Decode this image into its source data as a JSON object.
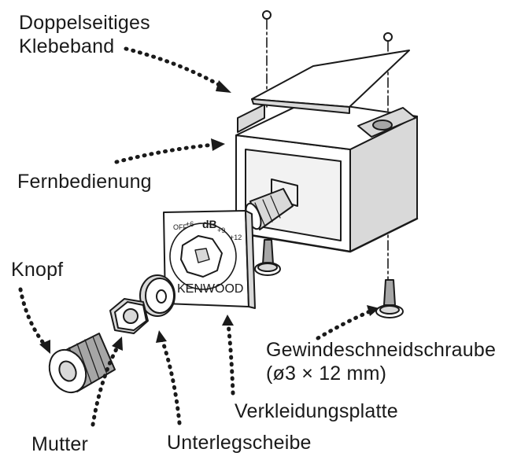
{
  "labels": {
    "adhesive_tape": [
      "Doppelseitiges",
      "Klebeband"
    ],
    "remote_control": "Fernbedienung",
    "knob": "Knopf",
    "tapping_screw": [
      "Gewindeschneidschraube",
      "(ø3 × 12 mm)"
    ],
    "cover_plate": "Verkleidungsplatte",
    "nut": "Mutter",
    "washer": "Unterlegscheibe"
  },
  "plate_markings": {
    "brand": "KENWOOD",
    "unit": "dB",
    "off": "OFF",
    "step_1": "+6",
    "step_2": "+9",
    "step_3": "+12"
  },
  "colors": {
    "line": "#1a1a1a",
    "fill": "#ffffff",
    "shade": "#d9d9d9",
    "dark_shade": "#a6a6a6"
  }
}
